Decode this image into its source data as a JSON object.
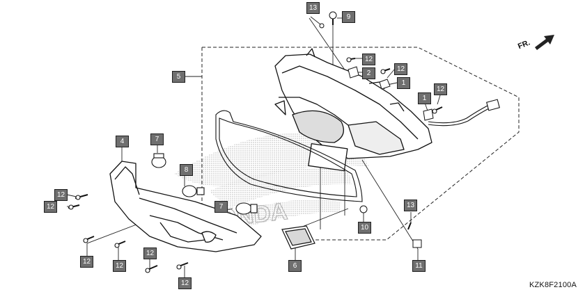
{
  "diagram": {
    "code": "KZK8F2100A",
    "direction_label": "FR.",
    "watermark": "HONDA"
  },
  "callouts": {
    "c13_top": "13",
    "c9": "9",
    "c5": "5",
    "c12_a": "12",
    "c2": "2",
    "c12_b": "12",
    "c1_a": "1",
    "c1_b": "1",
    "c12_c": "12",
    "c4": "4",
    "c7_a": "7",
    "c8": "8",
    "c7_b": "7",
    "c12_left1": "12",
    "c12_left2": "12",
    "c12_bot1": "12",
    "c12_bot2": "12",
    "c12_bot3": "12",
    "c12_bot4": "12",
    "c10": "10",
    "c13_right": "13",
    "c6": "6",
    "c11": "11"
  }
}
